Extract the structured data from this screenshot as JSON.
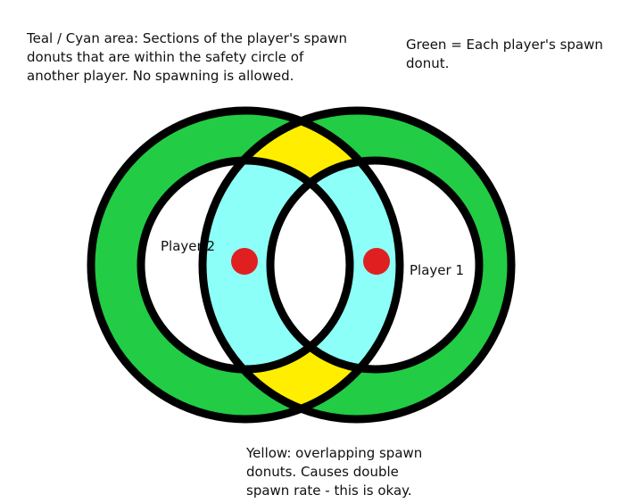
{
  "notes": {
    "teal_cyan": [
      "Teal / Cyan area: Sections of the player's spawn",
      "donuts that are within the safety circle of",
      "another player. No spawning is allowed."
    ],
    "green": [
      "Green = Each player's spawn",
      "donut."
    ],
    "yellow": [
      "Yellow: overlapping spawn",
      "donuts. Causes double",
      "spawn rate - this is okay."
    ]
  },
  "players": {
    "left": "Player 2",
    "right": "Player 1"
  },
  "colors": {
    "spawn_donut": "#22cc44",
    "no_spawn_overlap": "#8cfff8",
    "double_spawn_overlap": "#ffee00",
    "outline": "#000000",
    "player_marker": "#e02020"
  }
}
